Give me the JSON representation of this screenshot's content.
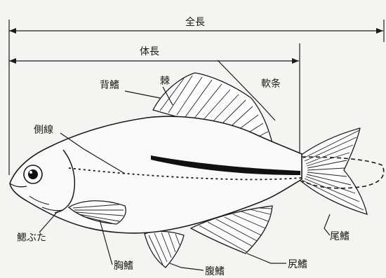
{
  "labels": {
    "total_length": "全長",
    "body_length": "体長",
    "dorsal_fin": "背鰭",
    "spine": "棘",
    "soft_ray": "軟条",
    "lateral_line": "側線",
    "gill_cover": "鰓ぶた",
    "pectoral_fin": "胸鰭",
    "pelvic_fin": "腹鰭",
    "anal_fin": "尻鰭",
    "caudal_fin": "尾鰭"
  }
}
